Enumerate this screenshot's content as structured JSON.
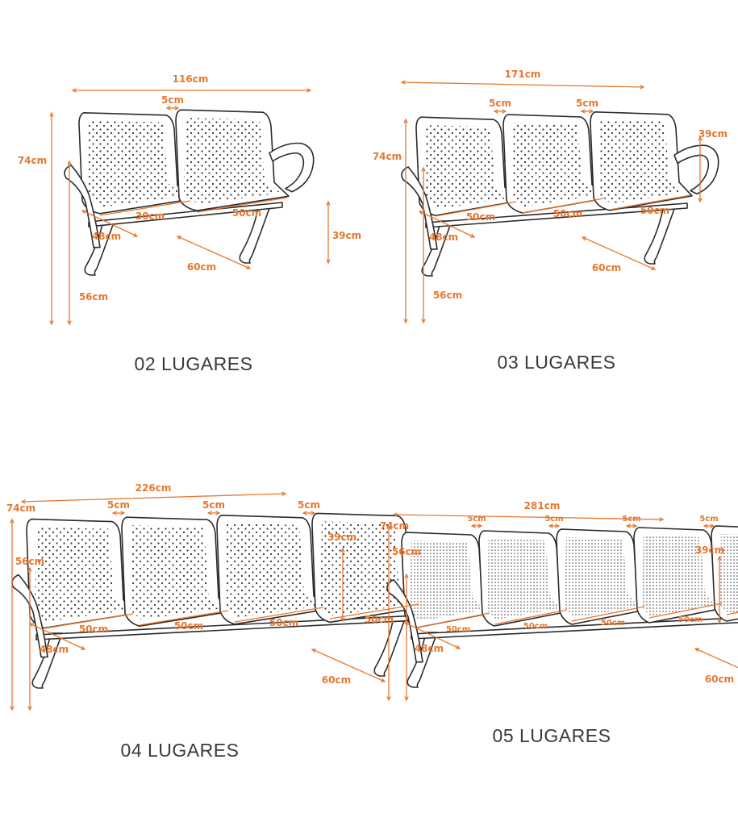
{
  "accent_color": "#e8772e",
  "line_color": "#2b2b2b",
  "benches": [
    {
      "caption": "02 LUGARES",
      "width_total": "116cm",
      "height_total": "74cm",
      "seat_height": "56cm",
      "arm_height": "39cm",
      "depth": "60cm",
      "seat_depth": "48cm",
      "seat_width": "50cm",
      "seat_width_2": "30cm",
      "gaps": [
        "5cm"
      ]
    },
    {
      "caption": "03 LUGARES",
      "width_total": "171cm",
      "height_total": "74cm",
      "seat_height": "56cm",
      "arm_height": "39cm",
      "depth": "60cm",
      "seat_depth": "48cm",
      "seat_width": "50cm",
      "gaps": [
        "5cm",
        "5cm"
      ]
    },
    {
      "caption": "04 LUGARES",
      "width_total": "226cm",
      "height_total": "74cm",
      "seat_height": "56cm",
      "arm_height": "39cm",
      "depth": "60cm",
      "seat_depth": "48cm",
      "seat_width": "50cm",
      "gaps": [
        "5cm",
        "5cm",
        "5cm"
      ]
    },
    {
      "caption": "05 LUGARES",
      "width_total": "281cm",
      "height_total": "74cm",
      "seat_height": "56cm",
      "arm_height": "39cm",
      "depth": "60cm",
      "seat_depth": "48cm",
      "seat_width": "50cm",
      "gaps": [
        "5cm",
        "5cm",
        "5cm",
        "5cm"
      ]
    }
  ]
}
